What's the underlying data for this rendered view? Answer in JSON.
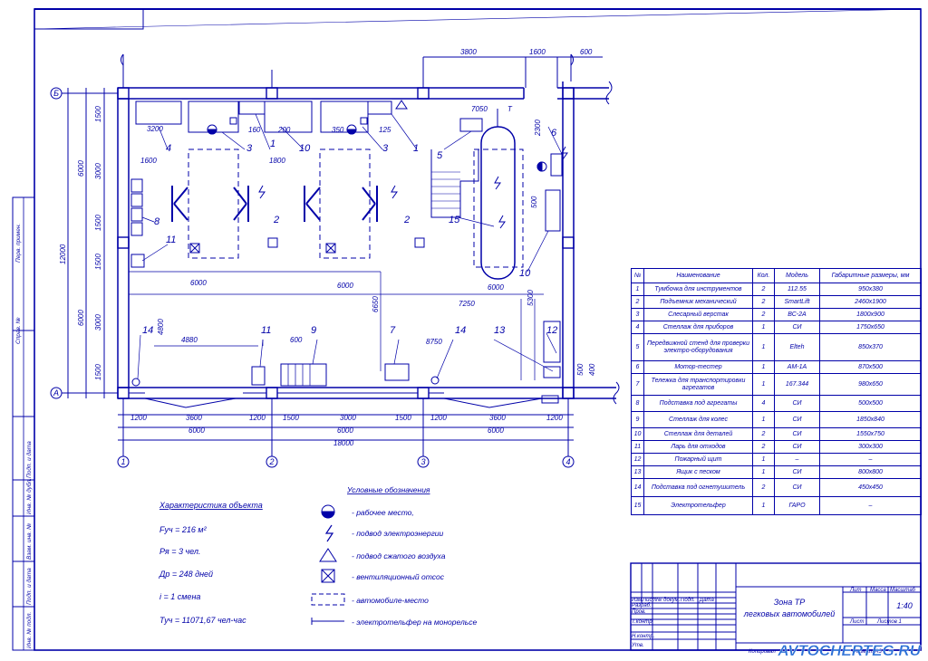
{
  "colors": {
    "ink": "#0000a8",
    "paper": "#ffffff",
    "watermark": "#2b6fd6"
  },
  "plan": {
    "axes": {
      "rows": [
        "Б",
        "А"
      ],
      "cols": [
        "1",
        "2",
        "3",
        "4"
      ]
    },
    "top_dims": [
      "3800",
      "1600",
      "600"
    ],
    "left_outer": [
      "12000",
      "6000",
      "6000"
    ],
    "left_inner": [
      "1500",
      "3000",
      "1500",
      "1500",
      "3000",
      "1500"
    ],
    "bottom_row1": [
      "1200",
      "3600",
      "1200",
      "1500",
      "3000",
      "1500",
      "1200",
      "3600",
      "1200"
    ],
    "bottom_row2": [
      "6000",
      "6000",
      "6000"
    ],
    "bottom_total": "18000",
    "inner_dims": {
      "d3200": "3200",
      "d160": "160",
      "d200": "200",
      "d350": "350",
      "d125": "125",
      "d1600": "1600",
      "d1800": "1800",
      "d7050": "7050",
      "dT": "T",
      "d2300": "2300",
      "d500a": "500",
      "d6000a": "6000",
      "d6000b": "6000",
      "d6000c": "6000",
      "d7250": "7250",
      "d6650": "6650",
      "d5300": "5300",
      "d4800": "4800",
      "d4880": "4880",
      "d600": "600",
      "d8750": "8750",
      "d500b": "500",
      "d400": "400"
    },
    "labels": {
      "l1a": "1",
      "l1b": "1",
      "l2a": "2",
      "l2b": "2",
      "l3a": "3",
      "l3b": "3",
      "l4": "4",
      "l5": "5",
      "l6": "6",
      "l7": "7",
      "l8": "8",
      "l9": "9",
      "l10a": "10",
      "l10b": "10",
      "l11a": "11",
      "l11b": "11",
      "l12": "12",
      "l13": "13",
      "l14a": "14",
      "l14b": "14",
      "l15": "15"
    }
  },
  "characteristics": {
    "title": "Характеристика объекта",
    "lines": [
      "Fуч = 216 м²",
      "Ря = 3 чел.",
      "Др = 248 дней",
      "i = 1 смена",
      "Туч = 11071,67 чел-час"
    ]
  },
  "legend": {
    "title": "Условные обозначения",
    "items": [
      "- рабочее место,",
      "- подвод электроэнергии",
      "- подвод сжатого воздуха",
      "- вентиляционный отсос",
      "- автомобиле-место",
      "- электротельфер на монорельсе"
    ]
  },
  "spec_table": {
    "headers": [
      "№",
      "Наименование",
      "Кол.",
      "Модель",
      "Габаритные размеры, мм"
    ],
    "rows": [
      [
        "1",
        "Тумбочка для инструментов",
        "2",
        "112.55",
        "950х380"
      ],
      [
        "2",
        "Подъемник механический",
        "2",
        "SmartLift",
        "2460х1900"
      ],
      [
        "3",
        "Слесарный верстак",
        "2",
        "ВС-2А",
        "1800х900"
      ],
      [
        "4",
        "Стеллаж для приборов",
        "1",
        "СИ",
        "1750х650"
      ],
      [
        "5",
        "Передвижной стенд для проверки электро-оборудования",
        "1",
        "Elteh",
        "850х370"
      ],
      [
        "6",
        "Мотор-тестер",
        "1",
        "АМ-1А",
        "870х500"
      ],
      [
        "7",
        "Тележка для транспортировки агрегатов",
        "1",
        "167.344",
        "980х650"
      ],
      [
        "8",
        "Подставка под агрегаты",
        "4",
        "СИ",
        "500х500"
      ],
      [
        "9",
        "Стеллаж для колес",
        "1",
        "СИ",
        "1850х840"
      ],
      [
        "10",
        "Стеллаж для деталей",
        "2",
        "СИ",
        "1550х750"
      ],
      [
        "11",
        "Ларь для отходов",
        "2",
        "СИ",
        "300х300"
      ],
      [
        "12",
        "Пожарный щит",
        "1",
        "–",
        "–"
      ],
      [
        "13",
        "Ящик с песком",
        "1",
        "СИ",
        "800х800"
      ],
      [
        "14",
        "Подставка под огнетушитель",
        "2",
        "СИ",
        "450х450"
      ],
      [
        "15",
        "Электротельфер",
        "1",
        "ГАРО",
        "–"
      ]
    ]
  },
  "title_block": {
    "name_line1": "Зона ТР",
    "name_line2": "легковых автомобилей",
    "col_lit": "Лит",
    "col_mass": "Масса",
    "col_scale": "Масштаб",
    "scale": "1:40",
    "sheet": "Лист",
    "sheets": "Листов  1",
    "row_labels": [
      "Изм",
      "Лист",
      "№ докум.",
      "Подп.",
      "Дата"
    ],
    "sign_rows": [
      "Разраб.",
      "Пров.",
      "Т.контр.",
      "",
      "Н.контр.",
      "Утв."
    ],
    "copied": "Копировал",
    "format": "Формат А3"
  },
  "side_stamps": [
    "Перв. примен.",
    "Справ. №",
    "Подп. и дата",
    "Инв. № дубл.",
    "Взам. инв. №",
    "Подп. и дата",
    "Инв. № подл."
  ],
  "watermark": "AVTOCHERTEG.RU"
}
